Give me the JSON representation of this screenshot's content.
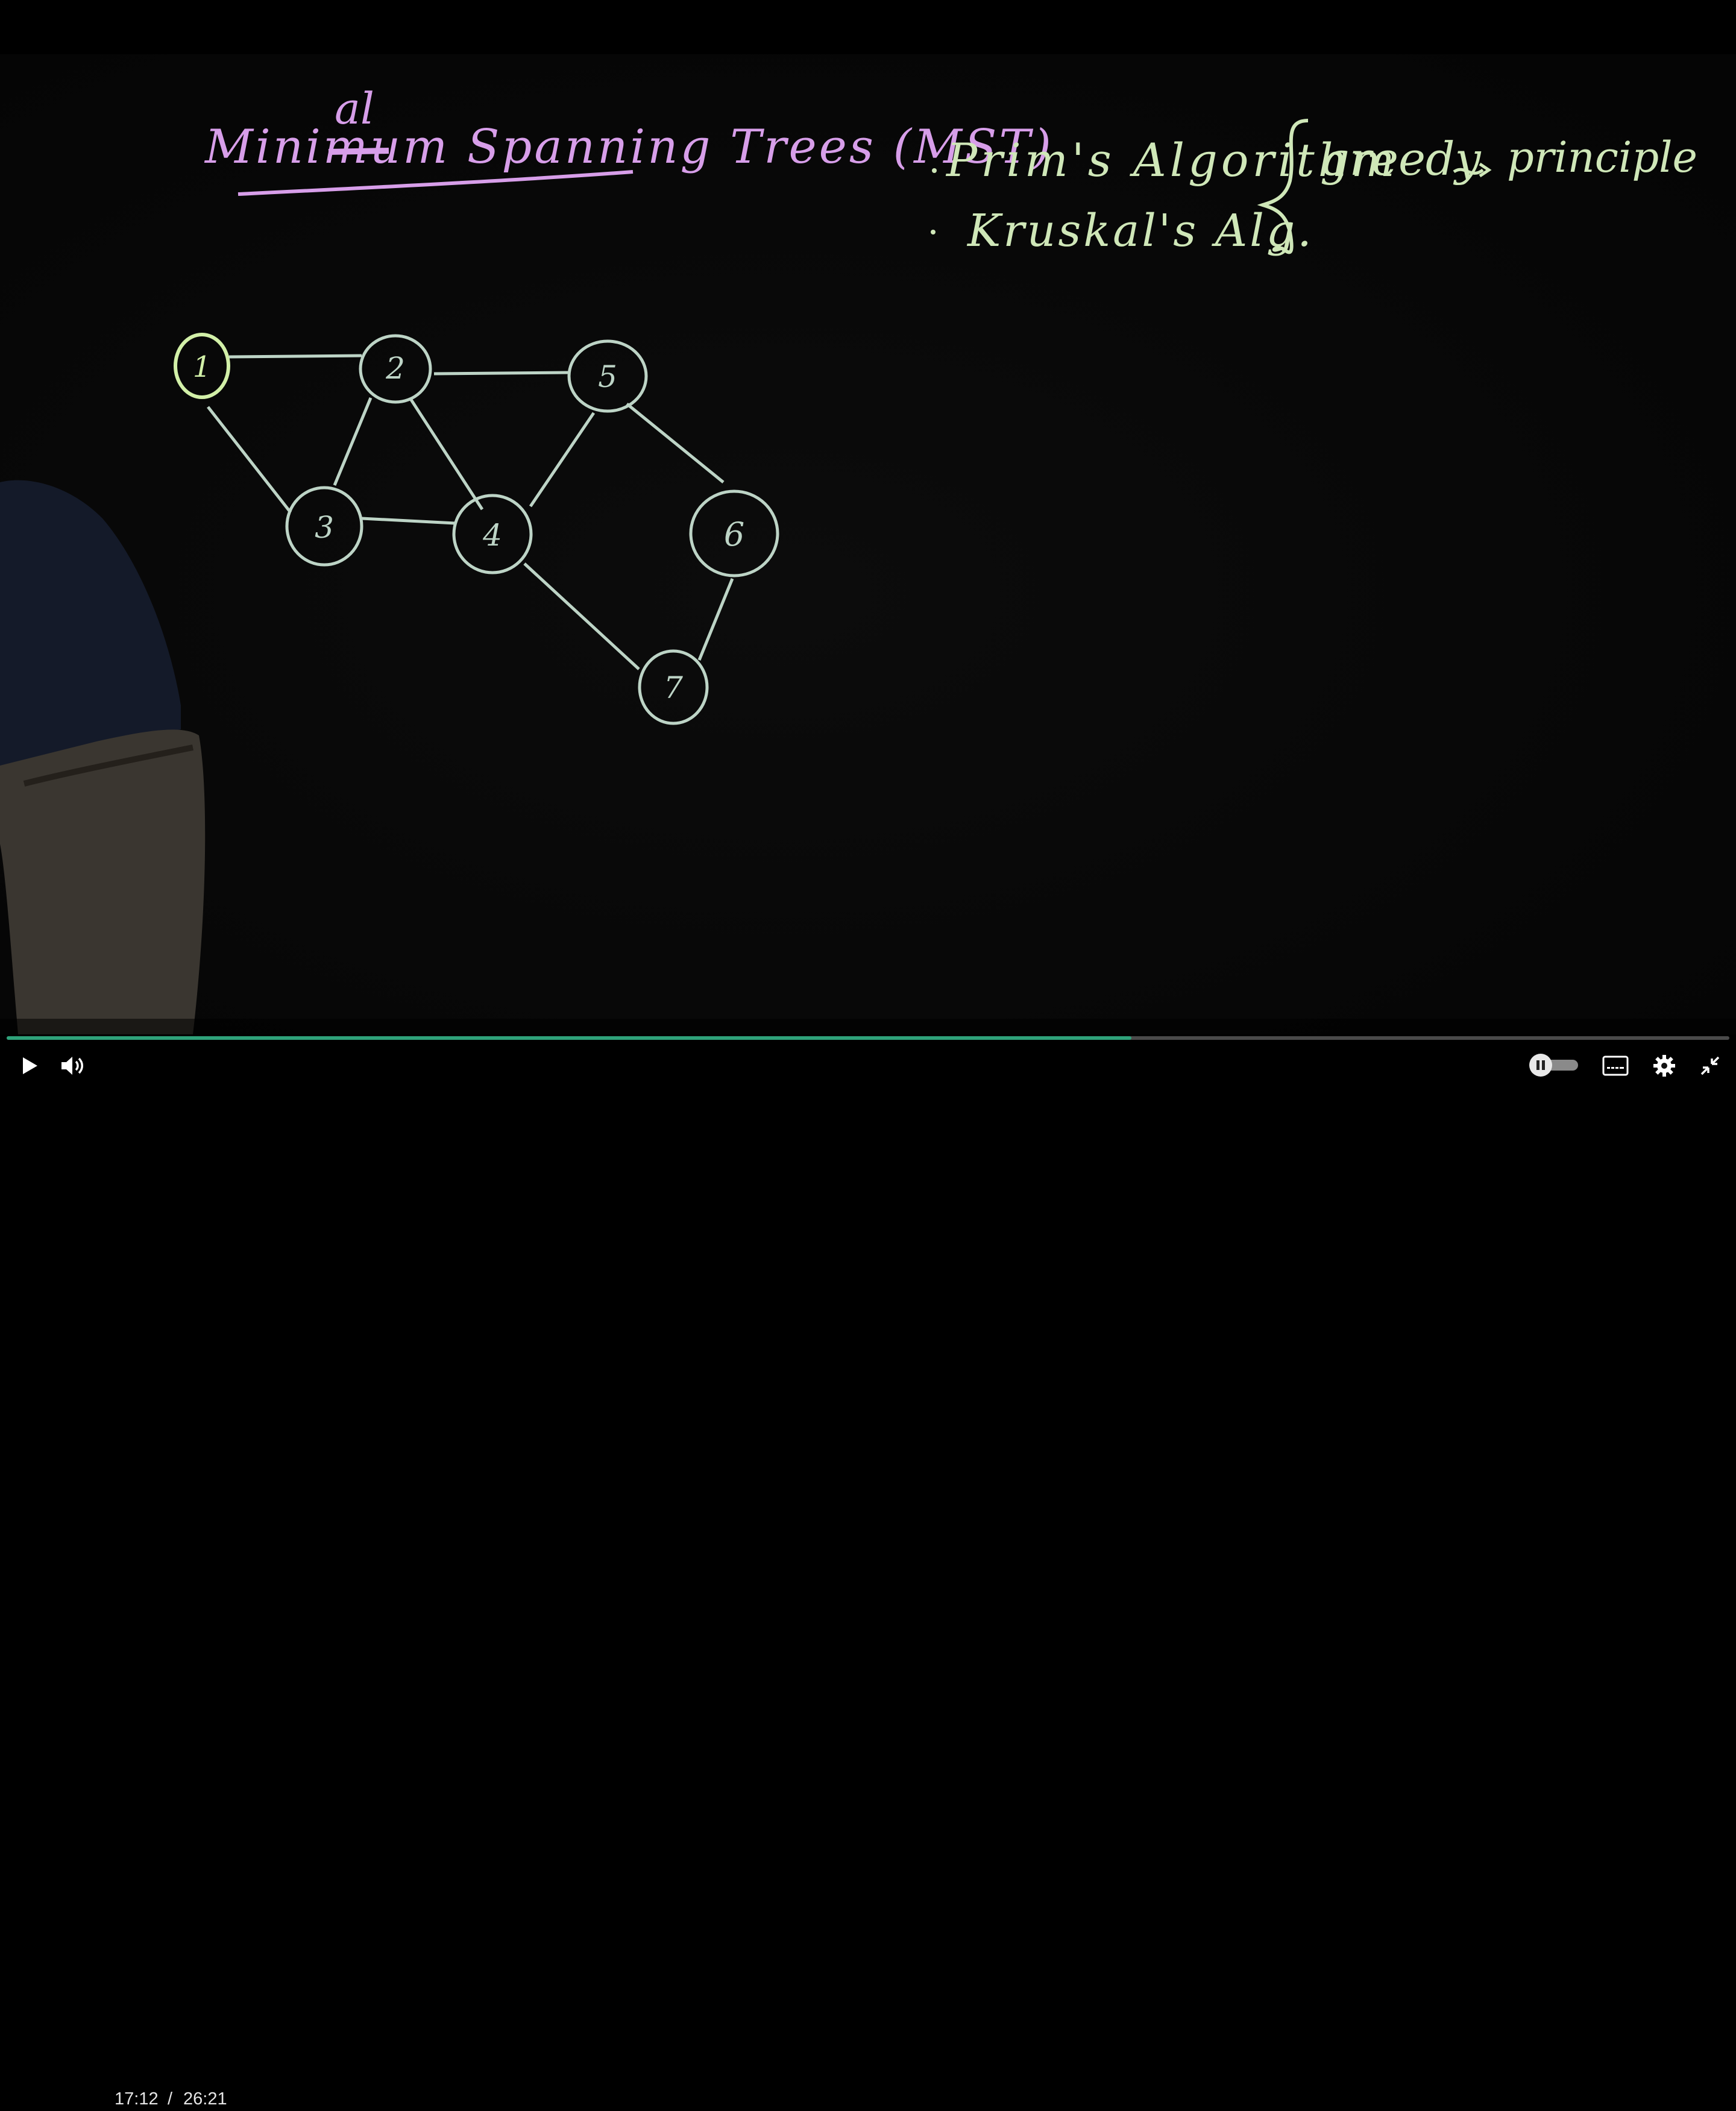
{
  "board": {
    "title_main": "Minimum Spanning Trees (MST)",
    "title_correction": "al",
    "bullets": [
      "Prim's Algorithm",
      "Kruskal's Alg."
    ],
    "annotation": "greedy",
    "arrow_target": "principle"
  },
  "graph": {
    "nodes": [
      "1",
      "2",
      "5",
      "3",
      "4",
      "6",
      "7"
    ]
  },
  "player": {
    "current_time": "17:12",
    "separator": "/",
    "duration": "26:21",
    "progress": 0.653,
    "accent_color": "#2fa27a"
  },
  "icons": [
    "play-icon",
    "volume-icon",
    "pause-toggle-icon",
    "captions-icon",
    "gear-icon",
    "exit-fullscreen-icon"
  ]
}
